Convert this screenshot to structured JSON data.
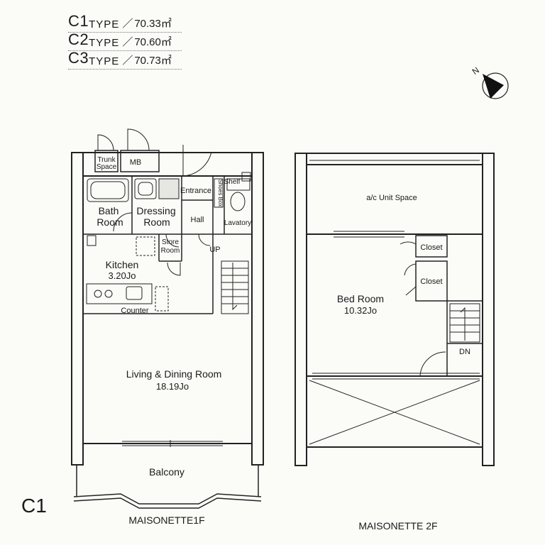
{
  "types": [
    {
      "code": "C1",
      "word": "TYPE",
      "sep": "／",
      "area": "70.33㎡"
    },
    {
      "code": "C2",
      "word": "TYPE",
      "sep": "／",
      "area": "70.60㎡"
    },
    {
      "code": "C3",
      "word": "TYPE",
      "sep": "／",
      "area": "70.73㎡"
    }
  ],
  "compass": {
    "letter": "N"
  },
  "unit_label": "C1",
  "floor1": {
    "title": "MAISONETTE1F",
    "rooms": {
      "trunk1": "Trunk",
      "trunk2": "Space",
      "mb": "MB",
      "bath1": "Bath",
      "bath2": "Room",
      "dressing1": "Dressing",
      "dressing2": "Room",
      "entrance": "Entrance",
      "shoes_box": "Shoes Box",
      "shelf": "Shelf",
      "hall": "Hall",
      "lavatory": "Lavatory",
      "store1": "Store",
      "store2": "Room",
      "up": "UP",
      "kitchen1": "Kitchen",
      "kitchen2": "3.20Jo",
      "counter": "Counter",
      "living1": "Living & Dining Room",
      "living2": "18.19Jo",
      "balcony": "Balcony"
    }
  },
  "floor2": {
    "title": "MAISONETTE 2F",
    "rooms": {
      "ac": "a/c Unit Space",
      "closet1": "Closet",
      "closet2": "Closet",
      "bed1": "Bed Room",
      "bed2": "10.32Jo",
      "dn": "DN"
    }
  }
}
